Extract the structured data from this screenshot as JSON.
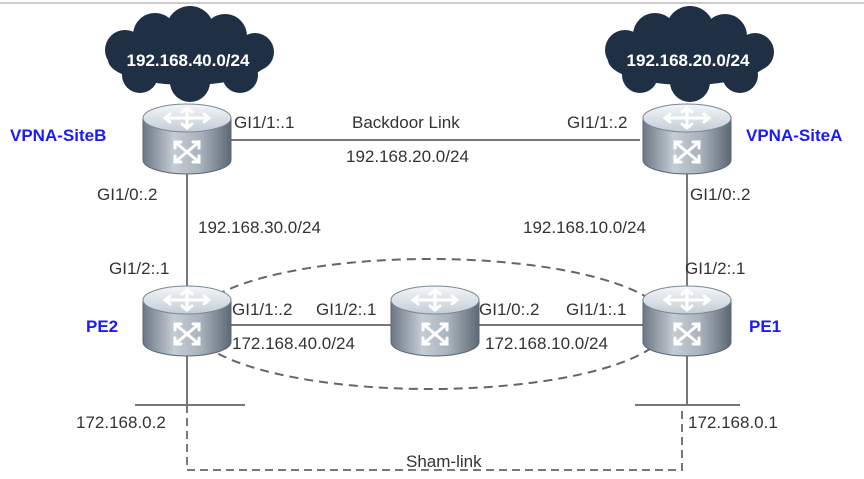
{
  "clouds": {
    "siteB_net": "192.168.40.0/24",
    "siteA_net": "192.168.20.0/24"
  },
  "devices": {
    "siteB": "VPNA-SiteB",
    "siteA": "VPNA-SiteA",
    "pe2": "PE2",
    "pe1": "PE1"
  },
  "links": {
    "backdoor_name": "Backdoor Link",
    "backdoor_net": "192.168.20.0/24",
    "siteB_pe2_net": "192.168.30.0/24",
    "siteA_pe1_net": "192.168.10.0/24",
    "pe2_p_net": "172.168.40.0/24",
    "p_pe1_net": "172.168.10.0/24",
    "sham_link": "Sham-link"
  },
  "interfaces": {
    "siteB_gi11": "GI1/1:.1",
    "siteA_gi11": "GI1/1:.2",
    "siteB_gi10": "GI1/0:.2",
    "siteA_gi10": "GI1/0:.2",
    "pe2_gi12": "GI1/2:.1",
    "pe1_gi12": "GI1/2:.1",
    "pe2_gi11": "GI1/1:.2",
    "p_gi12": "GI1/2:.1",
    "p_gi10": "GI1/0:.2",
    "pe1_gi11": "GI1/1:.1"
  },
  "loopbacks": {
    "pe2": "172.168.0.2",
    "pe1": "172.168.0.1"
  },
  "colors": {
    "cloud": "#1f2f44",
    "device_label": "#1a1aff",
    "line": "#777777",
    "router_body": "#8a96a2"
  },
  "icons": {
    "router": "router-icon",
    "cloud": "cloud-icon"
  }
}
